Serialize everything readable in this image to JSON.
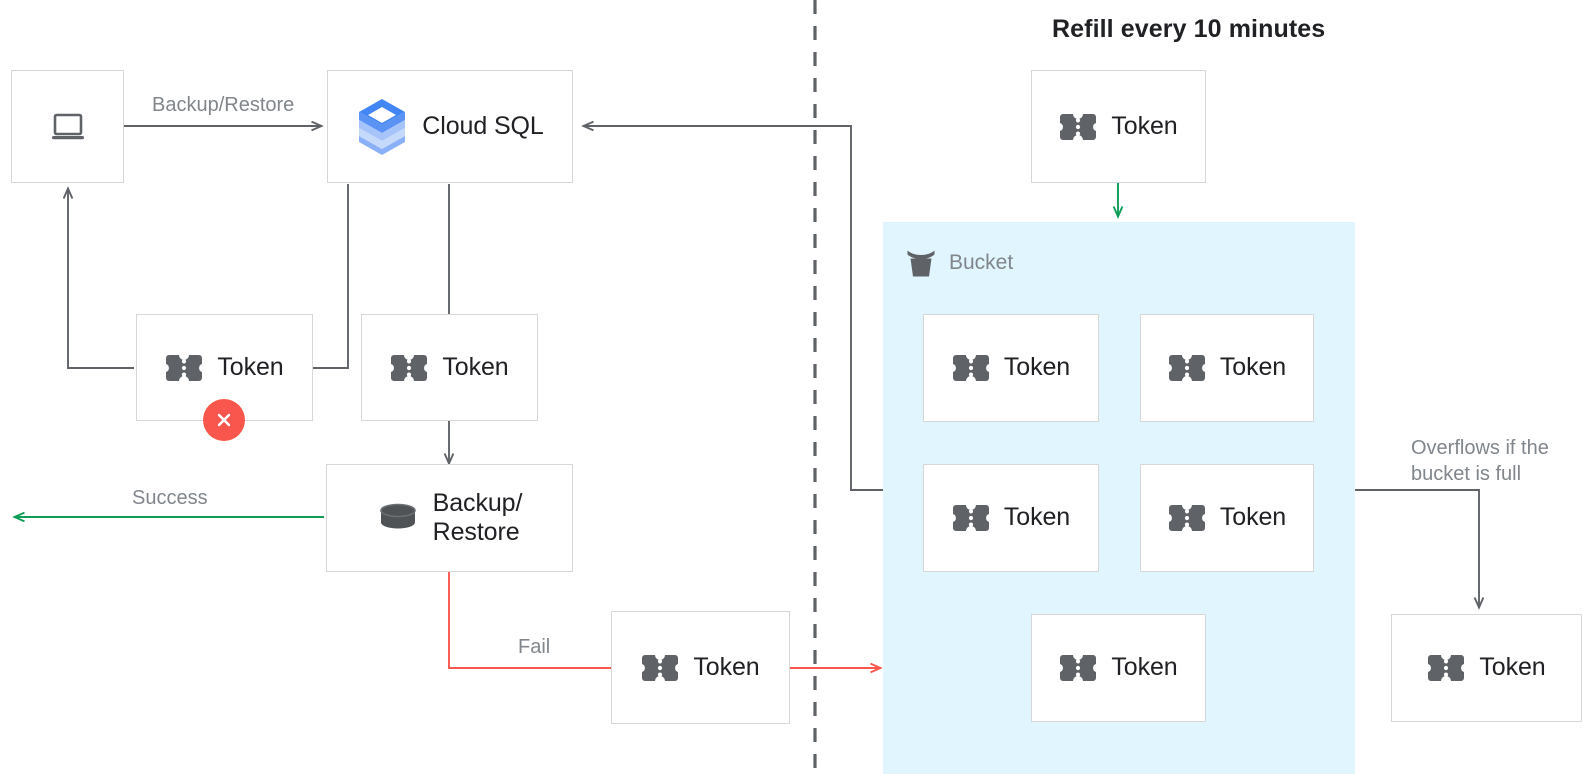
{
  "diagram": {
    "title": "Refill every 10 minutes",
    "divider": "vertical-dashed-divider",
    "colors": {
      "bucket_fill": "#e1f5fe",
      "success_green": "#0f9d58",
      "fail_red": "#f9574e",
      "edge_gray": "#5f6368",
      "node_border": "#d7d7d7",
      "label_gray": "#80868b",
      "icon_gray": "#5f6368",
      "text_dark": "#202124"
    }
  },
  "nodes": {
    "client": {
      "label": "",
      "icon": "laptop-icon"
    },
    "cloudsql": {
      "label": "Cloud SQL",
      "icon": "cloud-sql-icon"
    },
    "token_failed": {
      "label": "Token",
      "icon": "token-icon",
      "badge": "error-x-badge"
    },
    "token_consumed": {
      "label": "Token",
      "icon": "token-icon"
    },
    "backup_restore": {
      "label": "Backup/\nRestore",
      "icon": "database-icon"
    },
    "token_fail_return": {
      "label": "Token",
      "icon": "token-icon"
    },
    "token_refill": {
      "label": "Token",
      "icon": "token-icon"
    },
    "bucket_token_1": {
      "label": "Token",
      "icon": "token-icon"
    },
    "bucket_token_2": {
      "label": "Token",
      "icon": "token-icon"
    },
    "bucket_token_3": {
      "label": "Token",
      "icon": "token-icon"
    },
    "bucket_token_4": {
      "label": "Token",
      "icon": "token-icon"
    },
    "bucket_token_5": {
      "label": "Token",
      "icon": "token-icon"
    },
    "token_overflow": {
      "label": "Token",
      "icon": "token-icon"
    }
  },
  "bucket": {
    "label": "Bucket",
    "icon": "bucket-icon"
  },
  "edge_labels": {
    "backup_restore": "Backup/Restore",
    "success": "Success",
    "fail": "Fail",
    "overflow": "Overflows if the\nbucket is full"
  }
}
